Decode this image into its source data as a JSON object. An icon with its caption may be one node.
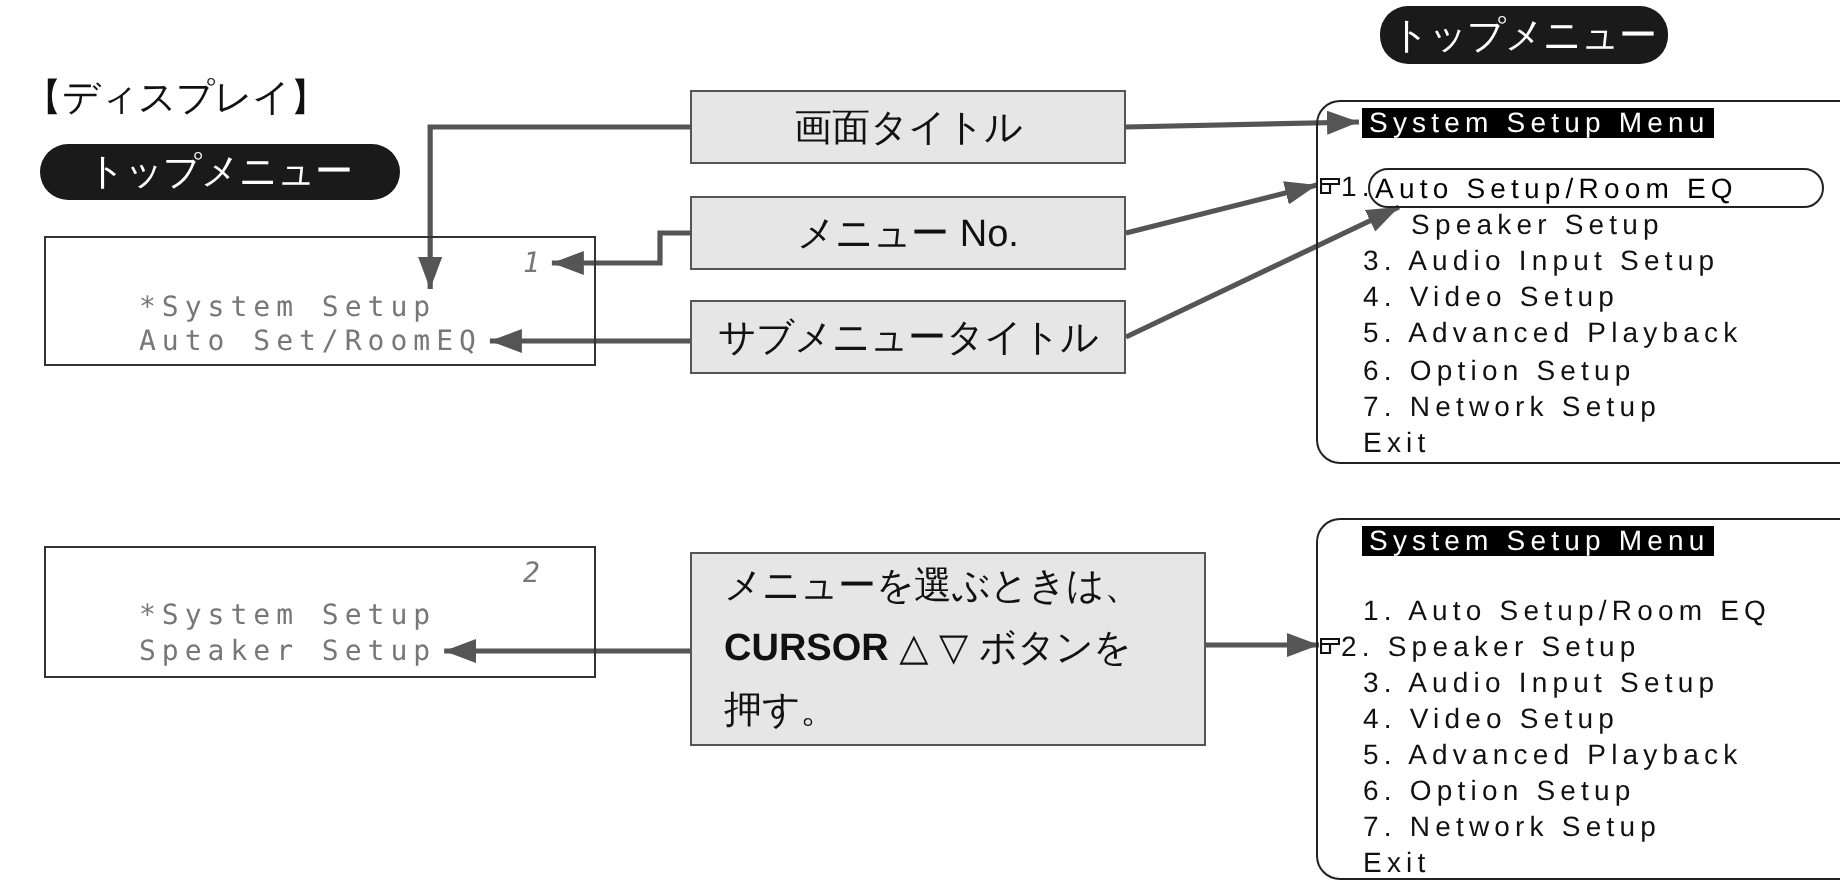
{
  "diagram": {
    "nodes": [
      {
        "text": [
          "トップメニュー"
        ]
      },
      {
        "text": [],
        "shape": "box"
      },
      {
        "text": [
          "1"
        ],
        "in": 1
      },
      {
        "text": [
          "*System Setup"
        ],
        "in": 1
      },
      {
        "text": [
          "Auto Set/RoomEQ"
        ],
        "in": 1
      },
      {
        "text": [
          "画面タイトル"
        ]
      },
      {
        "text": [
          "メニュー No."
        ]
      },
      {
        "text": [
          "サブメニュータイトル"
        ]
      },
      {
        "text": [
          "トップメニュー"
        ]
      },
      {
        "text": [],
        "shape": "box"
      },
      {
        "text": [
          "System Setup Menu"
        ],
        "in": 9
      },
      {
        "text": [
          "1."
        ],
        "in": 9
      },
      {
        "text": [
          "Auto Setup/Room EQ"
        ],
        "in": 9
      },
      {
        "text": [
          "Speaker Setup"
        ],
        "in": 9
      },
      {
        "text": [
          "3. Audio Input Setup"
        ],
        "in": 9
      },
      {
        "text": [
          "4. Video Setup"
        ],
        "in": 9
      },
      {
        "text": [
          "5. Advanced Playback"
        ],
        "in": 9
      },
      {
        "text": [
          "6. Option Setup"
        ],
        "in": 9
      },
      {
        "text": [
          "7. Network Setup"
        ],
        "in": 9
      },
      {
        "text": [
          "Exit"
        ],
        "in": 9
      },
      {
        "text": [],
        "shape": "box"
      },
      {
        "text": [
          "2"
        ],
        "in": 20
      },
      {
        "text": [
          "*System Setup"
        ],
        "in": 20
      },
      {
        "text": [
          "Speaker Setup"
        ],
        "in": 20
      },
      {
        "text": [
          "メニューを選ぶときは、**CURSOR** △ ▽ ボタンを押す。"
        ]
      },
      {
        "text": [],
        "shape": "box"
      },
      {
        "text": [
          "System Setup Menu"
        ],
        "in": 25
      },
      {
        "text": [
          "1. Auto Setup/Room EQ"
        ],
        "in": 25
      },
      {
        "text": [
          "2. Speaker Setup"
        ],
        "in": 25
      },
      {
        "text": [
          "3. Audio Input Setup"
        ],
        "in": 25
      },
      {
        "text": [
          "4. Video Setup"
        ],
        "in": 25
      },
      {
        "text": [
          "5. Advanced Playback"
        ],
        "in": 25
      },
      {
        "text": [
          "6. Option Setup"
        ],
        "in": 25
      },
      {
        "text": [
          "7. Network Setup"
        ],
        "in": 25
      },
      {
        "text": [
          "Exit"
        ],
        "in": 25
      }
    ],
    "edges": [
      {
        "from": 5,
        "to": 3,
        "arrow": "to"
      },
      {
        "from": 5,
        "to": 10,
        "arrow": "to"
      },
      {
        "from": 6,
        "to": 2,
        "arrow": "to"
      },
      {
        "from": 6,
        "to": 11,
        "arrow": "to"
      },
      {
        "from": 7,
        "to": 4,
        "arrow": "to"
      },
      {
        "from": 7,
        "to": 12,
        "arrow": "to"
      },
      {
        "from": 24,
        "to": 23,
        "arrow": "to"
      },
      {
        "from": 24,
        "to": 28,
        "arrow": "to"
      }
    ],
    "labels": [
      "【ディスプレイ】"
    ]
  }
}
